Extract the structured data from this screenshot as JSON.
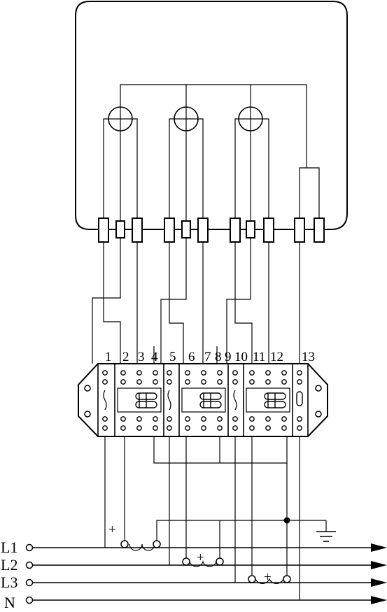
{
  "terminal_numbers": [
    "1",
    "2",
    "3",
    "4",
    "5",
    "6",
    "7",
    "8",
    "9",
    "10",
    "11",
    "12",
    "13"
  ],
  "line_labels": [
    "L1",
    "L2",
    "L3",
    "N"
  ],
  "polarity_mark": "+",
  "icons": {
    "meter": "energy-meter-icon",
    "current_transformer": "current-transformer-icon",
    "ground": "ground-icon",
    "junction_box": "test-junction-box-icon"
  }
}
